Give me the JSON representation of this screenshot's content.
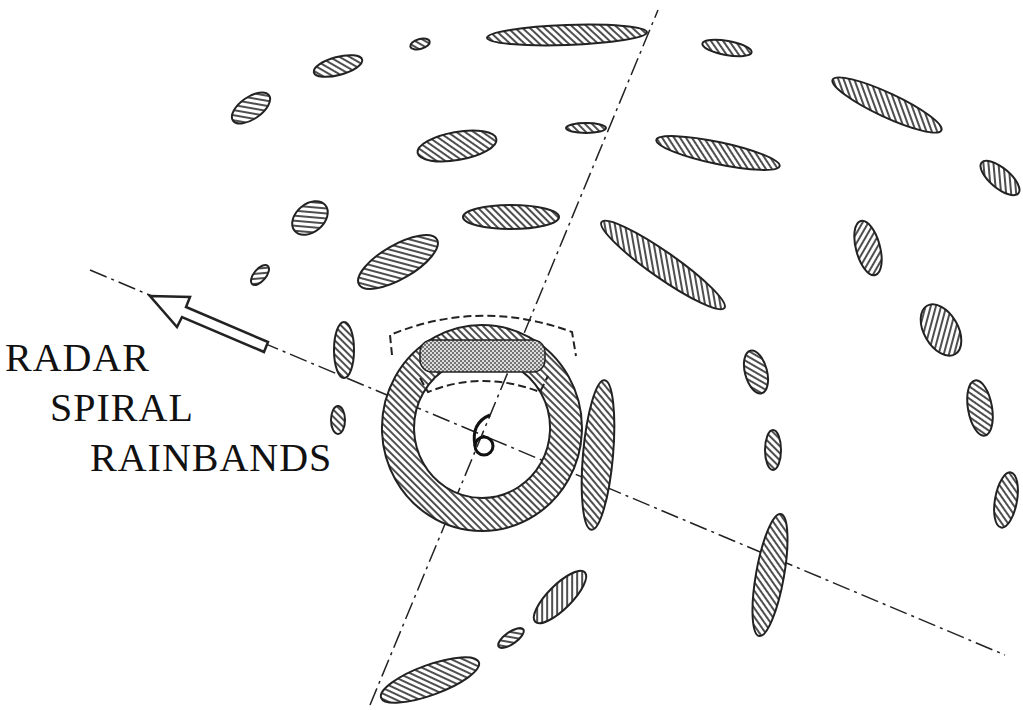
{
  "diagram": {
    "labels": [
      "RADAR",
      "SPIRAL",
      "RAINBANDS"
    ]
  }
}
